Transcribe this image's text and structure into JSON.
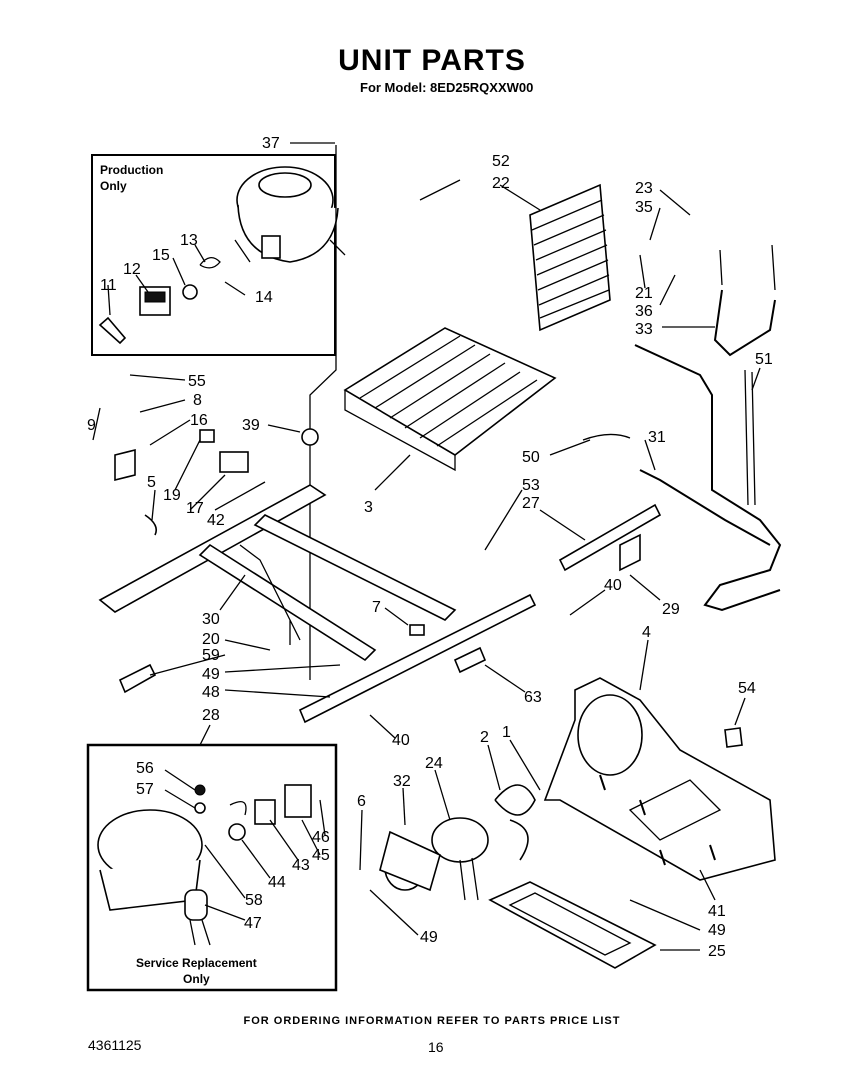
{
  "header": {
    "title": "UNIT PARTS",
    "model": "For Model: 8ED25RQXXW00"
  },
  "boxes": {
    "production": "Production\nOnly",
    "service": "Service Replacement\nOnly"
  },
  "callouts": [
    "37",
    "52",
    "22",
    "23",
    "35",
    "21",
    "36",
    "33",
    "51",
    "13",
    "15",
    "12",
    "11",
    "14",
    "55",
    "8",
    "9",
    "16",
    "39",
    "19",
    "17",
    "42",
    "5",
    "3",
    "50",
    "31",
    "53",
    "27",
    "40",
    "29",
    "7",
    "30",
    "20",
    "59",
    "49",
    "48",
    "4",
    "54",
    "63",
    "28",
    "56",
    "57",
    "58",
    "44",
    "43",
    "45",
    "46",
    "6",
    "32",
    "2",
    "24",
    "1",
    "41",
    "25"
  ],
  "footer": {
    "note": "FOR ORDERING INFORMATION REFER TO PARTS PRICE LIST",
    "doc_number": "4361125",
    "page": "16"
  }
}
